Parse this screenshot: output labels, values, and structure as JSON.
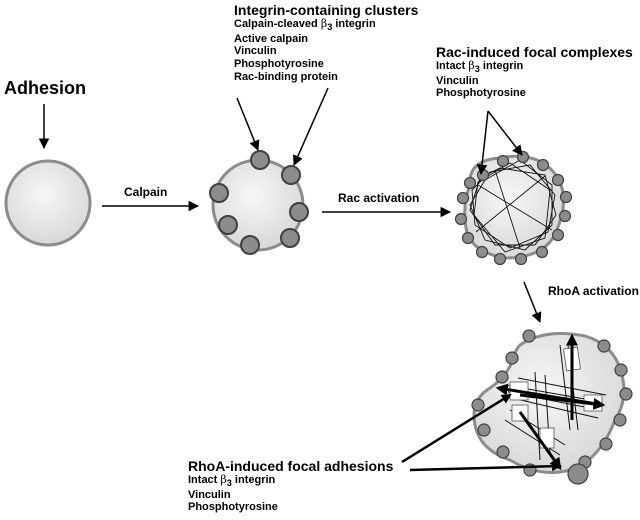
{
  "adhesion_label": "Adhesion",
  "calpain_label": "Calpain",
  "rac_activation_label": "Rac activation",
  "rhoa_activation_label": "RhoA activation",
  "clusters": {
    "title": "Integrin-containing clusters",
    "items": {
      "calpain_cleaved_prefix": "Calpain-cleaved ",
      "beta": "β",
      "sub3": "3",
      "integrin_suffix": " integrin",
      "active_calpain": "Active calpain",
      "vinculin": "Vinculin",
      "phosphotyrosine": "Phosphotyrosine",
      "rac_binding": "Rac-binding protein"
    }
  },
  "focal_complexes": {
    "title": "Rac-induced focal complexes",
    "intact_prefix": "Intact ",
    "beta": "β",
    "sub3": "3",
    "integrin_suffix": " integrin",
    "vinculin": "Vinculin",
    "phosphotyrosine": "Phosphotyrosine"
  },
  "focal_adhesions": {
    "title": "RhoA-induced focal adhesions",
    "intact_prefix": "Intact ",
    "beta": "β",
    "sub3": "3",
    "integrin_suffix": " integrin",
    "vinculin": "Vinculin",
    "phosphotyrosine": "Phosphotyrosine"
  },
  "colors": {
    "cell_fill": "#e6e6e6",
    "cell_stroke": "#8c8c8c",
    "cluster_fill": "#8c8c8c",
    "arrow": "#000000"
  }
}
